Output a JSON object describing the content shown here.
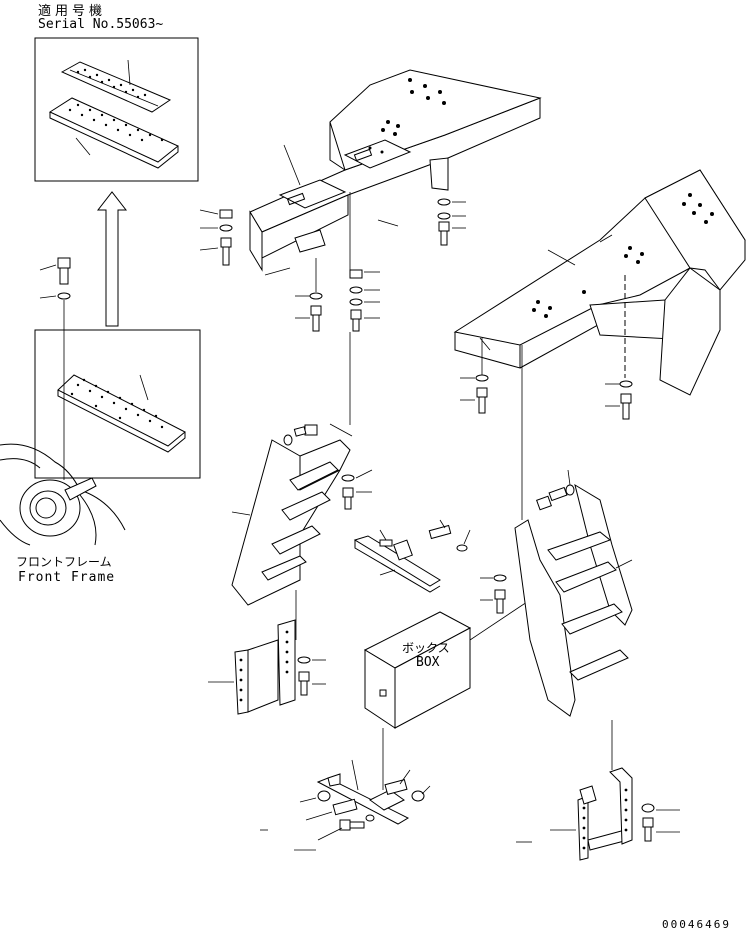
{
  "header": {
    "serial_label_jp": "適用号機",
    "serial_label_en": "Serial No.55063~"
  },
  "labels": {
    "front_frame_jp": "フロントフレーム",
    "front_frame_en": "Front Frame",
    "box_jp": "ボックス",
    "box_en": "BOX"
  },
  "footer": {
    "drawing_number": "00046469"
  }
}
